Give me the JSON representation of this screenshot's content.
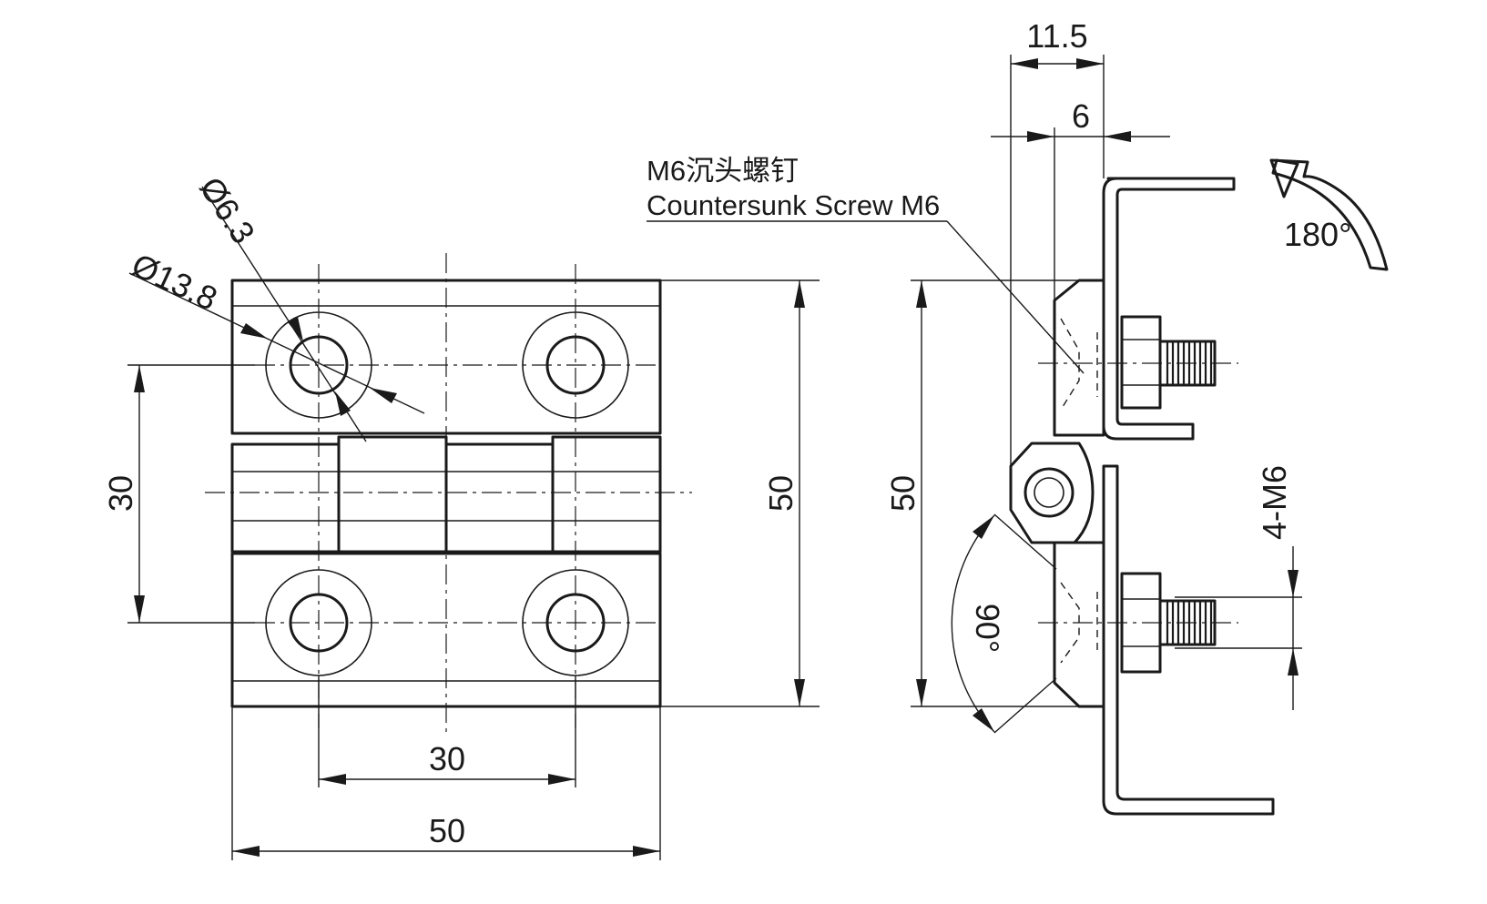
{
  "labels": {
    "front_width": "50",
    "front_height": "50",
    "hole_pitch_x": "30",
    "hole_pitch_y": "30",
    "hole_diameter": "Ø6.3",
    "counterbore_diameter": "Ø13.8",
    "side_height": "50",
    "side_total_thickness": "11.5",
    "side_leaf_thickness": "6",
    "screw_note_cn": "M6沉头螺钉",
    "screw_note_en": "Countersunk Screw M6",
    "rotation_angle": "180°",
    "open_angle": "90°",
    "thread_spec": "4-M6"
  },
  "colors": {
    "line": "#1a1a1a",
    "background": "#ffffff"
  }
}
